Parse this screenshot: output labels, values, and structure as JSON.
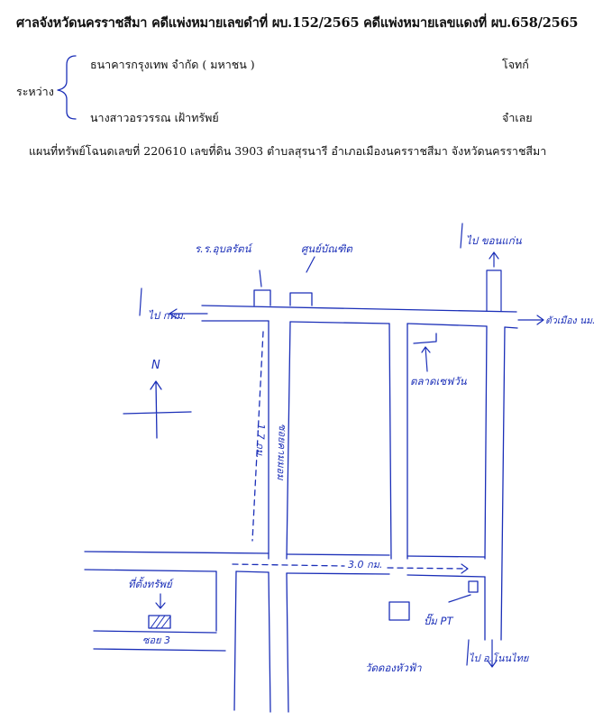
{
  "header": {
    "title": "ศาลจังหวัดนครราชสีมา คดีแพ่งหมายเลขดำที่ ผบ.152/2565 คดีแพ่งหมายเลขแดงที่ ผบ.658/2565"
  },
  "parties": {
    "between_label": "ระหว่าง",
    "plaintiff_name": "ธนาคารกรุงเทพ จำกัด ( มหาชน )",
    "plaintiff_role": "โจทก์",
    "defendant_name": "นางสาวอรวรรณ เฝ้าทรัพย์",
    "defendant_role": "จำเลย"
  },
  "map_caption": "แผนที่ทรัพย์โฉนดเลขที่ 220610 เลขที่ดิน 3903 ตำบลสุรนารี อำเภอเมืองนครราชสีมา จังหวัดนครราชสีมา",
  "map_labels": {
    "school": "ร.ร.อุบลรัตน์",
    "center": "ศูนย์บัณฑิต",
    "to_bangkok": "ไป กทม.",
    "to_khonkaen": "ไป ขอนแก่น",
    "to_city": "ตัวเมือง นม.",
    "market": "ตลาดเซฟวัน",
    "north": "N",
    "dist_vertical": "1.7 กม.",
    "soi_name": "ซอยคามมอม",
    "dist_horizontal": "3.0 กม.",
    "property": "ที่ตั้งทรัพย์",
    "soi_3": "ซอย 3",
    "temple": "วัดดองหัวฟ้า",
    "pump": "ปั๊ม PT",
    "to_district": "ไป อ.โนนไทย"
  },
  "colors": {
    "ink": "#1b2fb8",
    "text": "#111111"
  }
}
